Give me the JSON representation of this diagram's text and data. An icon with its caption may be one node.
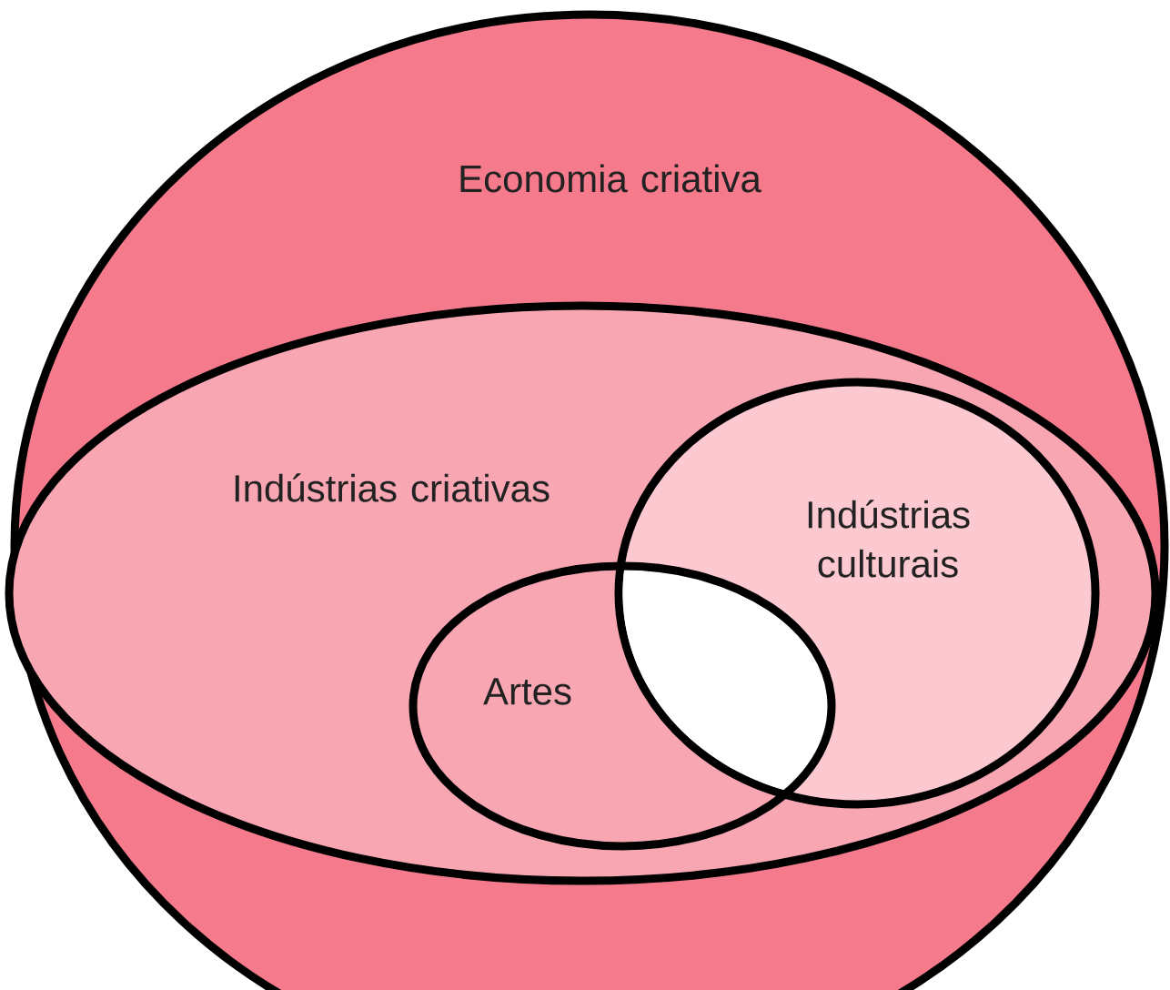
{
  "diagram": {
    "nodes": [
      {
        "text": [
          "Economia criativa"
        ]
      },
      {
        "text": [
          "Indústrias criativas"
        ],
        "in": 0
      },
      {
        "text": [
          "Indústrias culturais"
        ],
        "in": 1
      },
      {
        "text": [
          "Artes"
        ],
        "in": 1
      }
    ]
  }
}
